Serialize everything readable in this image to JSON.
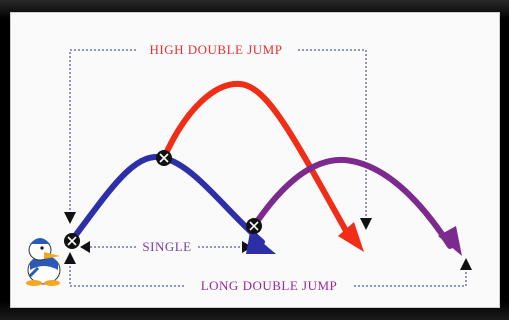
{
  "labels": {
    "high": "HIGH DOUBLE JUMP",
    "single": "SINGLE",
    "long": "LONG DOUBLE JUMP"
  },
  "colors": {
    "high": "#f02d16",
    "single": "#2d2fa8",
    "long": "#7d2a8f",
    "guide": "#2a2aa0",
    "label_high": "#e83030",
    "label_single": "#7a3aa0",
    "label_long": "#9a2a9a"
  },
  "icons": [
    "x-marker-icon",
    "arrowhead-icon",
    "duck-character-icon"
  ]
}
